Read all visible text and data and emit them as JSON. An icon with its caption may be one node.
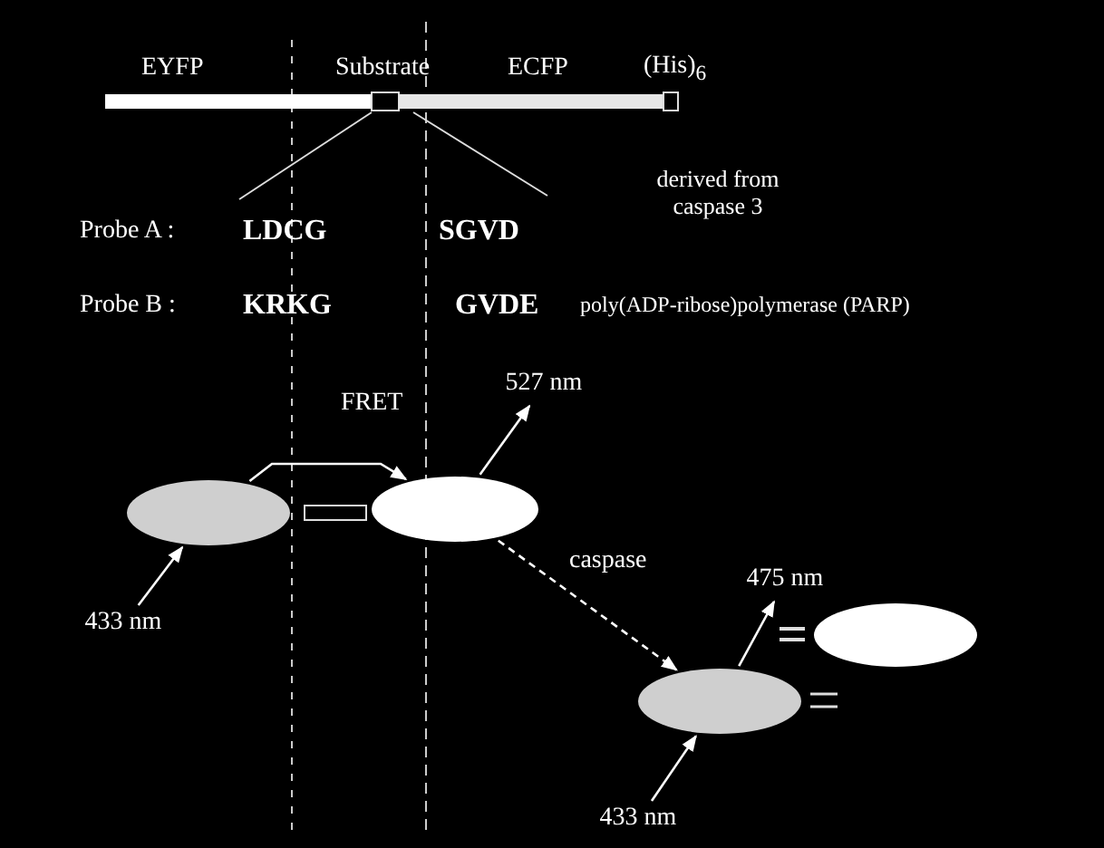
{
  "diagram": {
    "nodes": [
      {
        "text": [],
        "shape": "ellipse"
      },
      {
        "text": [],
        "shape": "ellipse"
      },
      {
        "text": [],
        "shape": "ellipse"
      },
      {
        "text": [],
        "shape": "ellipse"
      },
      {
        "text": [
          "433 nm"
        ]
      },
      {
        "text": [
          "527 nm"
        ]
      },
      {
        "text": [
          "475 nm"
        ]
      },
      {
        "text": [
          "433 nm"
        ]
      }
    ],
    "edges": [
      {
        "from": 4,
        "to": 0,
        "arrow": "to"
      },
      {
        "from": 1,
        "to": 5,
        "arrow": "to"
      },
      {
        "from": 0,
        "to": 1,
        "arrow": "to",
        "label": "FRET"
      },
      {
        "from": 1,
        "to": 2,
        "arrow": "to",
        "label": "caspase",
        "style": "dashed"
      },
      {
        "from": 2,
        "to": 6,
        "arrow": "to"
      },
      {
        "from": 7,
        "to": 2,
        "arrow": "to"
      }
    ],
    "labels": [
      "EYFP",
      "Substrate",
      "ECFP",
      "(His)$_{6}$",
      "Probe A :",
      "LDCG",
      "SGVD",
      "derived from caspase 3",
      "Probe B :",
      "KRKG",
      "GVDE",
      "poly(ADP-ribose)polymerase (PARP)"
    ]
  }
}
